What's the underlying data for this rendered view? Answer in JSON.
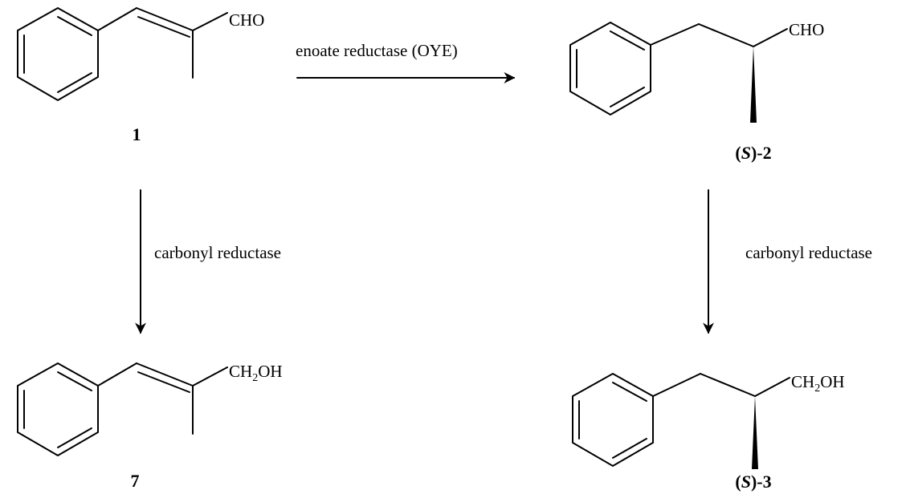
{
  "compounds": {
    "c1": {
      "label": "1",
      "group": "CHO"
    },
    "c2": {
      "label_open": "(",
      "label_stereo": "S",
      "label_close": ")-2",
      "group": "CHO"
    },
    "c7": {
      "label": "7",
      "group_pre": "CH",
      "group_sub": "2",
      "group_post": "OH"
    },
    "c3": {
      "label_open": "(",
      "label_stereo": "S",
      "label_close": ")-3",
      "group_pre": "CH",
      "group_sub": "2",
      "group_post": "OH"
    }
  },
  "reactions": {
    "r1": {
      "label": "enoate reductase (OYE)"
    },
    "r2": {
      "label": "carbonyl reductase"
    },
    "r3": {
      "label": "carbonyl reductase"
    }
  },
  "colors": {
    "ink": "#000000",
    "background": "#ffffff"
  }
}
